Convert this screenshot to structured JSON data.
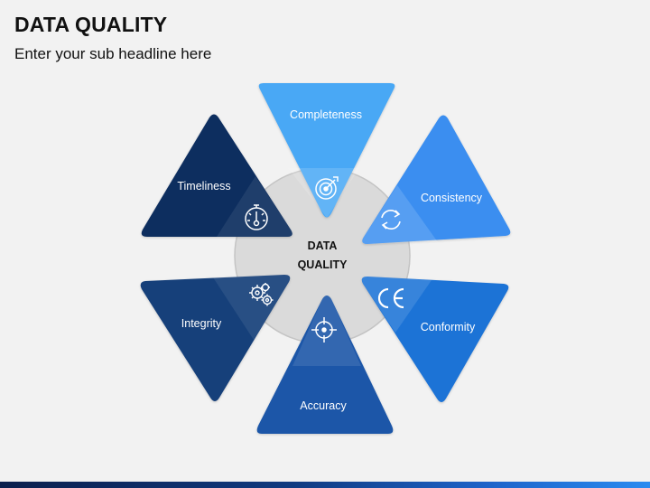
{
  "header": {
    "title": "DATA QUALITY",
    "subtitle": "Enter your sub headline here"
  },
  "center": {
    "line1": "DATA",
    "line2": "QUALITY"
  },
  "segments": [
    {
      "label": "Completeness",
      "icon": "target-icon",
      "color": "#4aa8f5"
    },
    {
      "label": "Consistency",
      "icon": "refresh-icon",
      "color": "#3a8ef0"
    },
    {
      "label": "Conformity",
      "icon": "ce-mark-icon",
      "color": "#1f73d6"
    },
    {
      "label": "Accuracy",
      "icon": "crosshair-icon",
      "color": "#1a56a8"
    },
    {
      "label": "Integrity",
      "icon": "gears-icon",
      "color": "#173f7a"
    },
    {
      "label": "Timeliness",
      "icon": "stopwatch-icon",
      "color": "#0d2d5e"
    }
  ]
}
